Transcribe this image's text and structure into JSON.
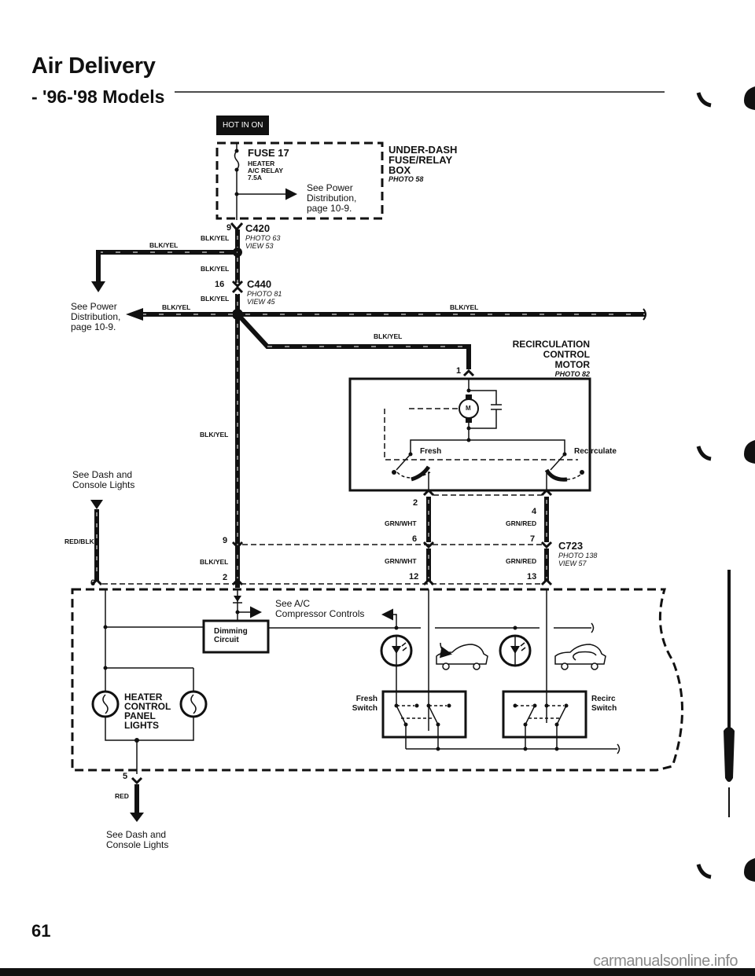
{
  "header": {
    "title": "Air Delivery",
    "subtitle": "- '96-'98 Models",
    "hot_badge": "HOT IN ON"
  },
  "fuse_box": {
    "fuse_name": "FUSE 17",
    "fuse_desc_line1": "HEATER",
    "fuse_desc_line2": "A/C RELAY",
    "fuse_rating": "7.5A",
    "ref_line1": "See Power",
    "ref_line2": "Distribution,",
    "ref_line3": "page 10-9.",
    "box_line1": "UNDER-DASH",
    "box_line2": "FUSE/RELAY",
    "box_line3": "BOX",
    "box_photo": "PHOTO 58"
  },
  "connectors": {
    "c420": {
      "name": "C420",
      "photo": "PHOTO 63",
      "view": "VIEW 53",
      "pin": "9"
    },
    "c440": {
      "name": "C440",
      "photo": "PHOTO 81",
      "view": "VIEW 45",
      "pin": "16"
    },
    "c723": {
      "name": "C723",
      "photo": "PHOTO 138",
      "view": "VIEW 57"
    }
  },
  "wires": {
    "blk_yel": "BLK/YEL",
    "red_blk": "RED/BLK",
    "grn_wht": "GRN/WHT",
    "grn_red": "GRN/RED",
    "red": "RED"
  },
  "left_refs": {
    "power_line1": "See Power",
    "power_line2": "Distribution,",
    "power_line3": "page 10-9.",
    "dash_top_line1": "See Dash and",
    "dash_top_line2": "Console Lights",
    "dash_bottom_line1": "See Dash and",
    "dash_bottom_line2": "Console Lights"
  },
  "motor": {
    "line1": "RECIRCULATION",
    "line2": "CONTROL",
    "line3": "MOTOR",
    "photo": "PHOTO 82",
    "pin": "1",
    "symbol": "M",
    "fresh_label": "Fresh",
    "recirc_label": "Recirculate"
  },
  "pins": {
    "p2": "2",
    "p4": "4",
    "p6": "6",
    "p7": "7",
    "p12": "12",
    "p13": "13",
    "left9": "9",
    "left2": "2",
    "left6": "6",
    "bottom5": "5"
  },
  "control_panel": {
    "ac_ref_line1": "See A/C",
    "ac_ref_line2": "Compressor Controls",
    "dimming_line1": "Dimming",
    "dimming_line2": "Circuit",
    "lights_line1": "HEATER",
    "lights_line2": "CONTROL",
    "lights_line3": "PANEL",
    "lights_line4": "LIGHTS",
    "fresh_switch_line1": "Fresh",
    "fresh_switch_line2": "Switch",
    "recirc_switch_line1": "Recirc",
    "recirc_switch_line2": "Switch"
  },
  "footer": {
    "page_number": "61",
    "watermark": "carmanualsonline.info"
  }
}
